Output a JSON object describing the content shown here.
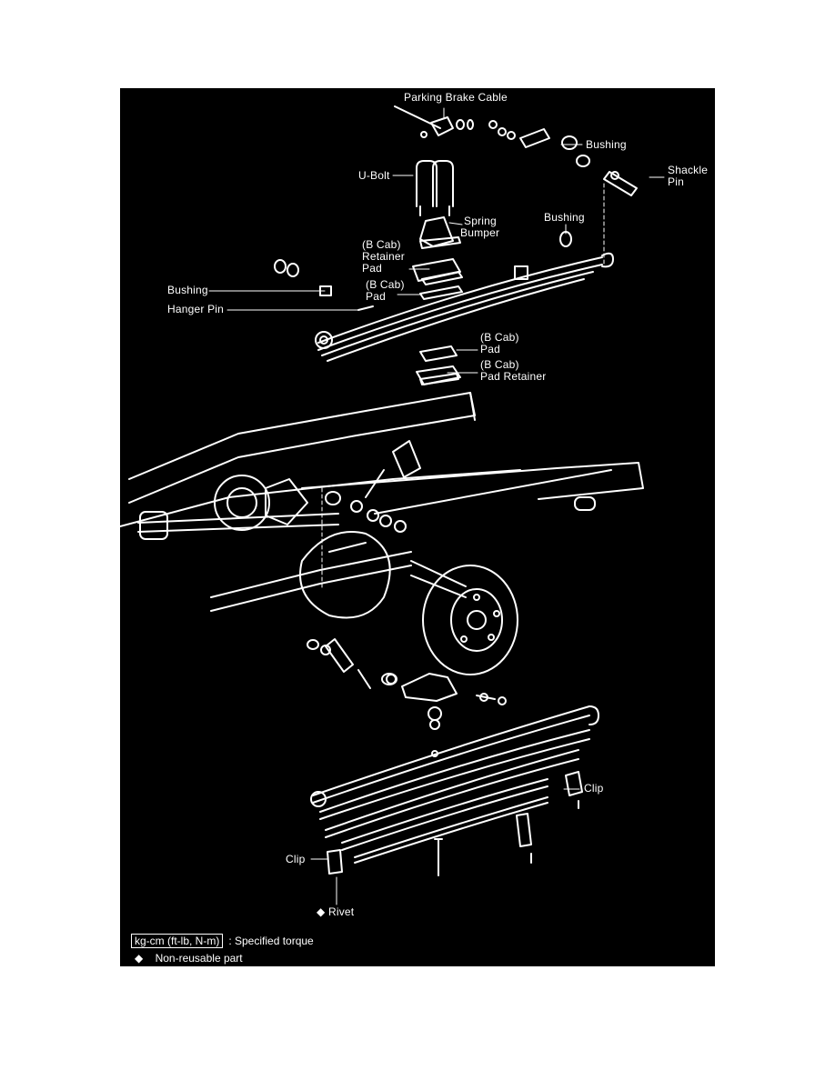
{
  "labels": {
    "parking_brake_cable": "Parking Brake Cable",
    "bushing_top": "Bushing",
    "u_bolt": "U-Bolt",
    "shackle_pin": [
      "Shackle",
      "Pin"
    ],
    "spring_bumper": [
      "Spring",
      "Bumper"
    ],
    "bushing_mid": "Bushing",
    "b_cab_retainer_pad": [
      "(B Cab)",
      "Retainer",
      "Pad"
    ],
    "b_cab_pad_upper": [
      "(B Cab)",
      "Pad"
    ],
    "bushing_left": "Bushing",
    "hanger_pin": "Hanger Pin",
    "b_cab_pad_lower": [
      "(B Cab)",
      "Pad"
    ],
    "b_cab_pad_retainer": [
      "(B Cab)",
      "Pad Retainer"
    ],
    "clip_right": "Clip",
    "clip_left": "Clip",
    "rivet": "Rivet"
  },
  "legend": {
    "torque_units": "kg-cm (ft-lb, N-m)",
    "torque_desc": ": Specified torque",
    "nonreusable_symbol": "◆",
    "nonreusable_desc": "Non-reusable part"
  },
  "colors": {
    "background": "#000000",
    "linework": "#ffffff",
    "page": "#ffffff"
  }
}
